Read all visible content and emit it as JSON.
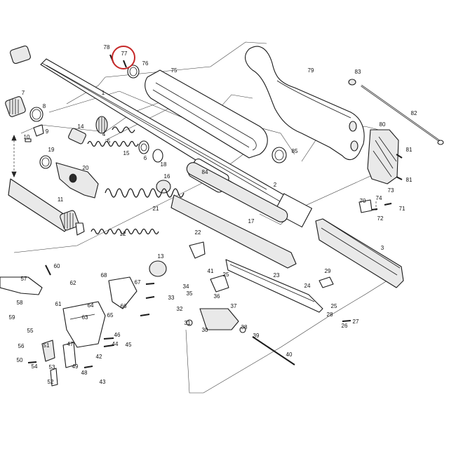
{
  "diagram": {
    "highlight_color": "#c62828",
    "highlighted_part": "77",
    "callouts": [
      "78",
      "77",
      "76",
      "75",
      "79",
      "83",
      "1",
      "7",
      "8",
      "9",
      "10",
      "14",
      "4",
      "5",
      "6",
      "18",
      "15",
      "16",
      "19",
      "20",
      "3",
      "2",
      "84",
      "82",
      "80",
      "81",
      "81",
      "85",
      "73",
      "74",
      "71",
      "70",
      "72",
      "11",
      "21",
      "12",
      "22",
      "17",
      "13",
      "60",
      "57",
      "62",
      "68",
      "67",
      "58",
      "59",
      "61",
      "64",
      "65",
      "66",
      "63",
      "55",
      "56",
      "54",
      "50",
      "53",
      "52",
      "51",
      "47",
      "46",
      "44",
      "45",
      "48",
      "49",
      "43",
      "42",
      "41",
      "25",
      "35",
      "34",
      "36",
      "33",
      "32",
      "31",
      "30",
      "37",
      "23",
      "24",
      "29",
      "25",
      "26",
      "27",
      "28",
      "38",
      "39",
      "40"
    ]
  }
}
